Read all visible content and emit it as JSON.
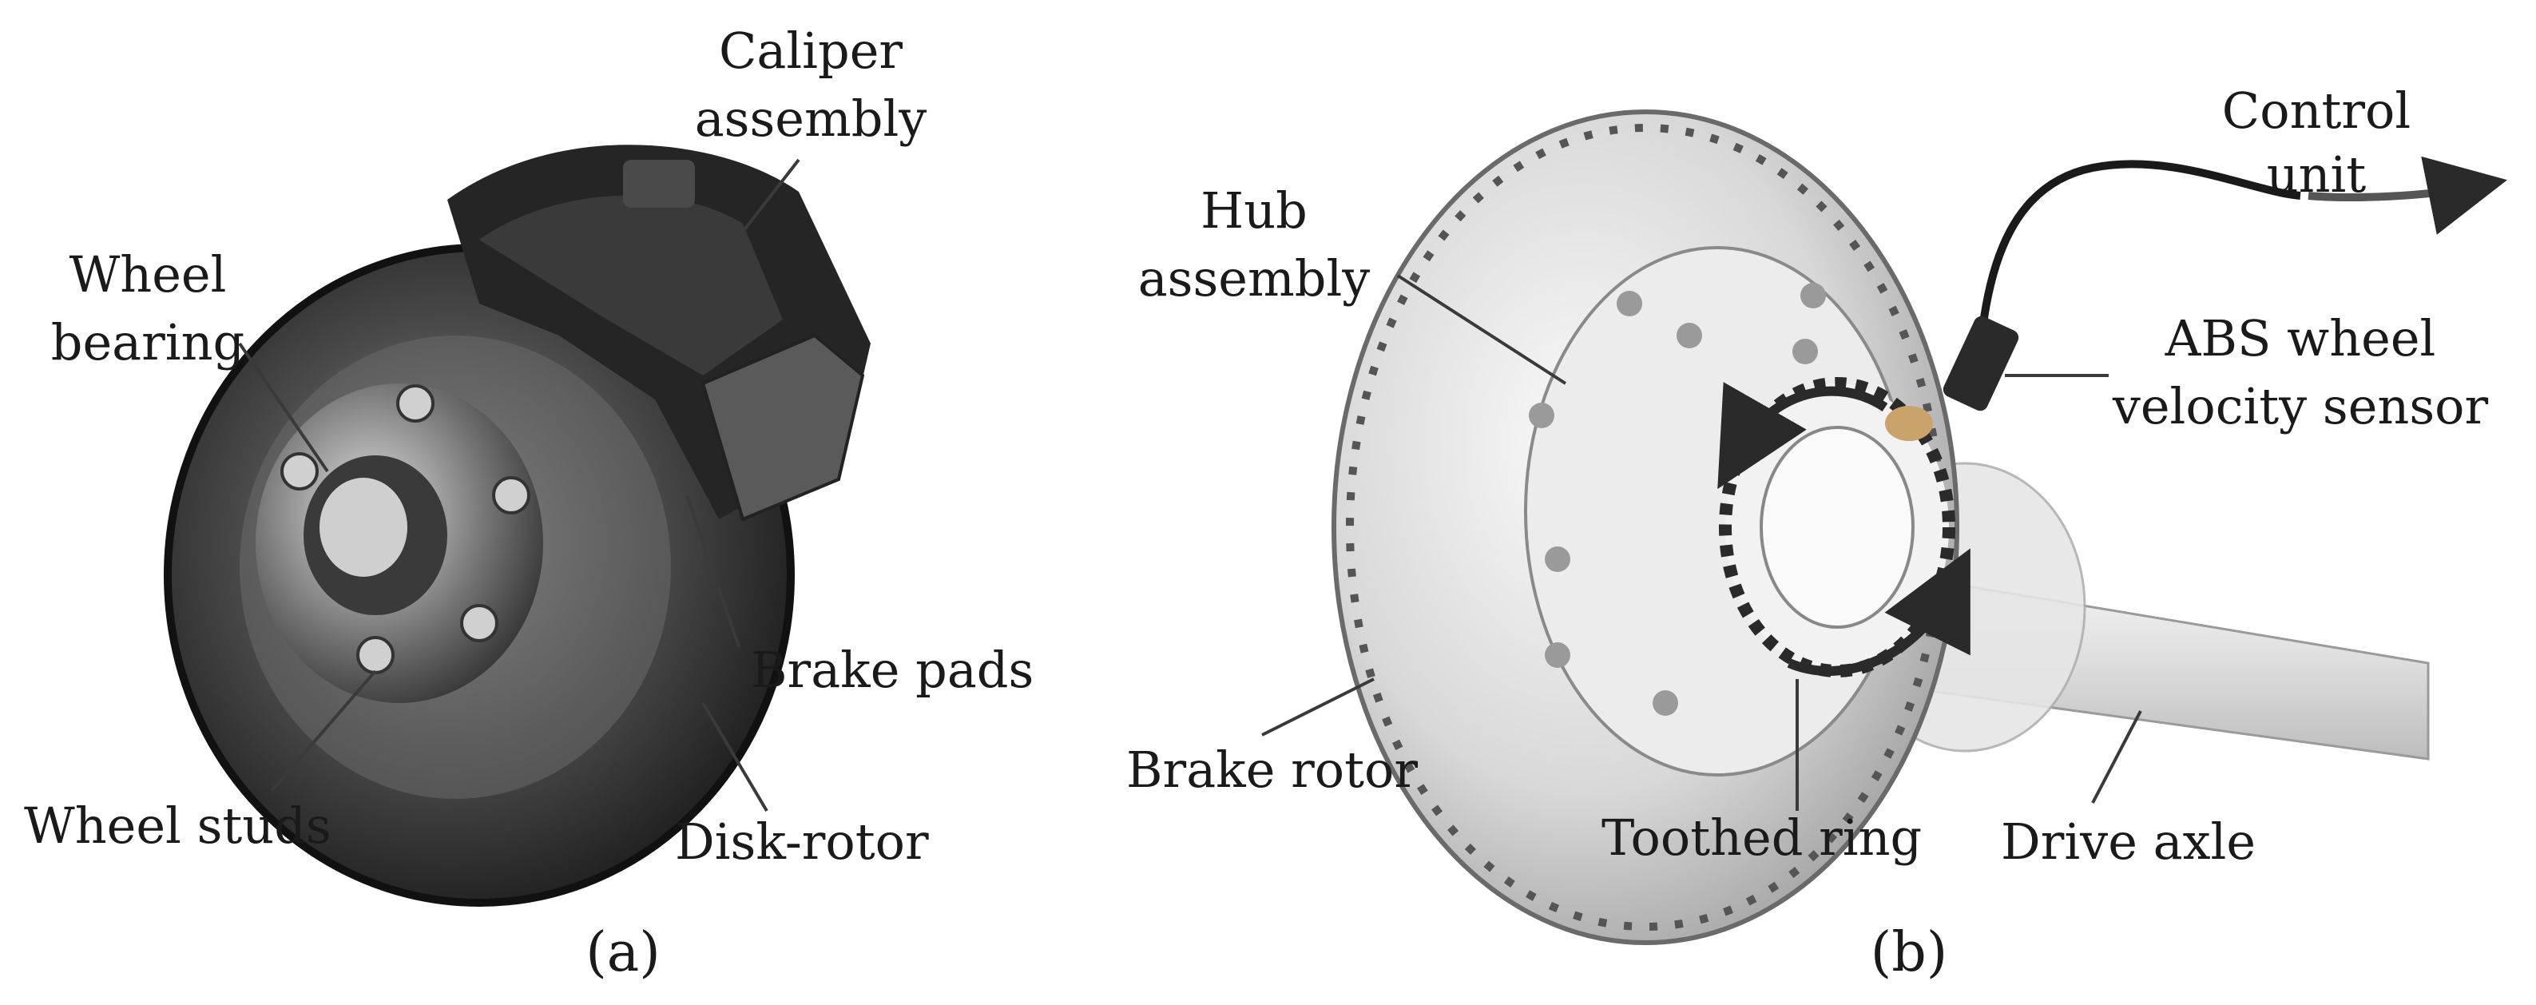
{
  "panel_a": {
    "caption": "(a)",
    "labels": {
      "caliper_line1": "Caliper",
      "caliper_line2": "assembly",
      "wheel_bearing_line1": "Wheel",
      "wheel_bearing_line2": "bearing",
      "brake_pads": "Brake pads",
      "wheel_studs": "Wheel studs",
      "disk_rotor": "Disk-rotor"
    }
  },
  "panel_b": {
    "caption": "(b)",
    "labels": {
      "control_unit_line1": "Control",
      "control_unit_line2": "unit",
      "hub_line1": "Hub",
      "hub_line2": "assembly",
      "abs_line1": "ABS wheel",
      "abs_line2": "velocity sensor",
      "brake_rotor": "Brake rotor",
      "toothed_ring": "Toothed ring",
      "drive_axle": "Drive axle"
    }
  },
  "colors": {
    "dark_metal": "#2b2b2b",
    "light_metal": "#d9d9d9",
    "sensor_accent": "#c9a36a",
    "arrow": "#2a2a2a"
  }
}
